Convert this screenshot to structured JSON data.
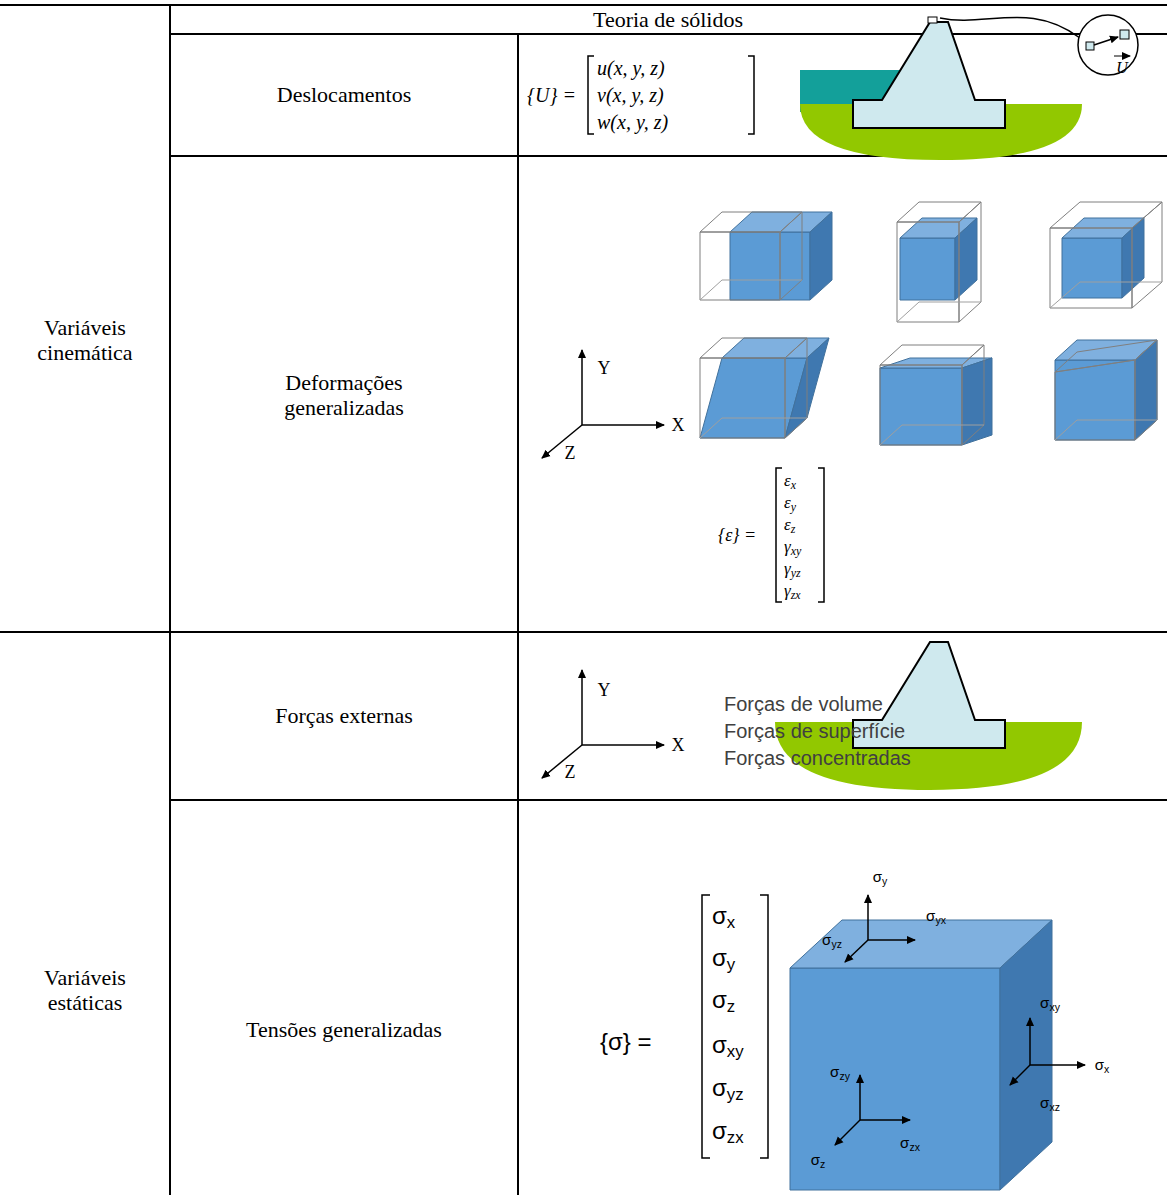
{
  "diagram": {
    "labels": [
      "Teoria de sólidos",
      "Variáveis cinemática",
      "Deslocamentos",
      "{U} =",
      "u(x, y, z)",
      "v(x, y, z)",
      "w(x, y, z)",
      "U",
      "Deformações generalizadas",
      "Y",
      "X",
      "Z",
      "{ε} =",
      "εx",
      "εy",
      "εz",
      "γxy",
      "γyz",
      "γzx",
      "Variáveis estáticas",
      "Forças externas",
      "Y",
      "X",
      "Z",
      "Forças de volume",
      "Forças de superfície",
      "Forças concentradas",
      "Tensões generalizadas",
      "{σ} =",
      "σx",
      "σy",
      "σz",
      "σxy",
      "σyz",
      "σzx",
      "σy",
      "σyx",
      "σyz",
      "σxy",
      "σx",
      "σzy",
      "σzx",
      "σxz",
      "σz"
    ]
  }
}
